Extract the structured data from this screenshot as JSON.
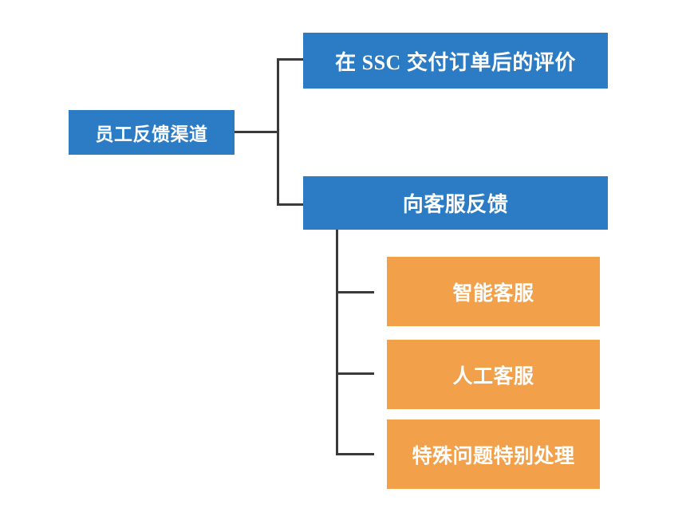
{
  "diagram": {
    "type": "hierarchy-tree",
    "title": "员工反馈渠道",
    "colors": {
      "blue": "#2B7CC4",
      "orange": "#F2A04A",
      "connector": "#3A3A3A",
      "background": "#FFFFFF",
      "node_text": "#FFFFFF"
    },
    "root": {
      "label": "员工反馈渠道"
    },
    "level1": [
      {
        "label": "在 SSC 交付订单后的评价",
        "color": "#2B7CC4"
      },
      {
        "label": "向客服反馈",
        "color": "#2B7CC4"
      }
    ],
    "level2": [
      {
        "label": "智能客服",
        "color": "#F2A04A"
      },
      {
        "label": "人工客服",
        "color": "#F2A04A"
      },
      {
        "label": "特殊问题特别处理",
        "color": "#F2A04A"
      }
    ]
  }
}
